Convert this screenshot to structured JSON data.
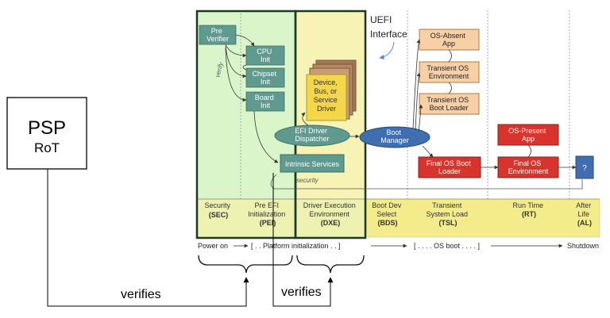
{
  "psp": {
    "line1": "PSP",
    "line2": "RoT"
  },
  "uefi": {
    "line1": "UEFI",
    "line2": "Interface"
  },
  "pei_boxes": {
    "pre_verifier": [
      "Pre",
      "Verifier"
    ],
    "cpu_init": [
      "CPU",
      "Init"
    ],
    "chipset_init": [
      "Chipset",
      "Init"
    ],
    "board_init": [
      "Board",
      "Init"
    ],
    "verify_label": "verify"
  },
  "dxe_boxes": {
    "device_stack": [
      "Device,",
      "Bus, or",
      "Service",
      "Driver"
    ],
    "dispatcher": [
      "EFI Driver",
      "Dispatcher"
    ],
    "intrinsic": "Intrinsic Services",
    "security_label": "security"
  },
  "bds_boxes": {
    "boot_manager": [
      "Boot",
      "Manager"
    ]
  },
  "tsl_boxes": {
    "os_absent_app": [
      "OS-Absent",
      "App"
    ],
    "transient_env": [
      "Transient OS",
      "Environment"
    ],
    "transient_loader": [
      "Transient OS",
      "Boot Loader"
    ],
    "final_loader": [
      "Final OS Boot",
      "Loader"
    ]
  },
  "rt_boxes": {
    "os_present_app": [
      "OS-Present",
      "App"
    ],
    "final_env": [
      "Final OS",
      "Environment"
    ]
  },
  "al_box": "?",
  "phases": [
    {
      "l1": "Security",
      "l2": "(SEC)"
    },
    {
      "l1": "Pre EFI",
      "l2": "Initialization",
      "l3": "(PEI)"
    },
    {
      "l1": "Driver Execution",
      "l2": "Environment",
      "l3": "(DXE)"
    },
    {
      "l1": "Boot Dev",
      "l2": "Select",
      "l3": "(BDS)"
    },
    {
      "l1": "Transient",
      "l2": "System Load",
      "l3": "(TSL)"
    },
    {
      "l1": "Run Time",
      "l2": "(RT)"
    },
    {
      "l1": "After",
      "l2": "Life",
      "l3": "(AL)"
    }
  ],
  "timeline": {
    "power_on": "Power on",
    "platform_init": "[ . . Platform initialization . . ]",
    "os_boot": "[ . . . . OS boot . . . . ]",
    "shutdown": "Shutdown"
  },
  "verifies_left": "verifies",
  "verifies_right": "verifies",
  "colors": {
    "pei_green": "#d9f5c9",
    "dxe_yellow": "#f6f3b4",
    "teal": "#5f9a8f",
    "boot_blue": "#3f6fb0",
    "orange": "#f8d0a8",
    "red": "#d9342b",
    "phase_yellow": "#f4ec8a"
  }
}
